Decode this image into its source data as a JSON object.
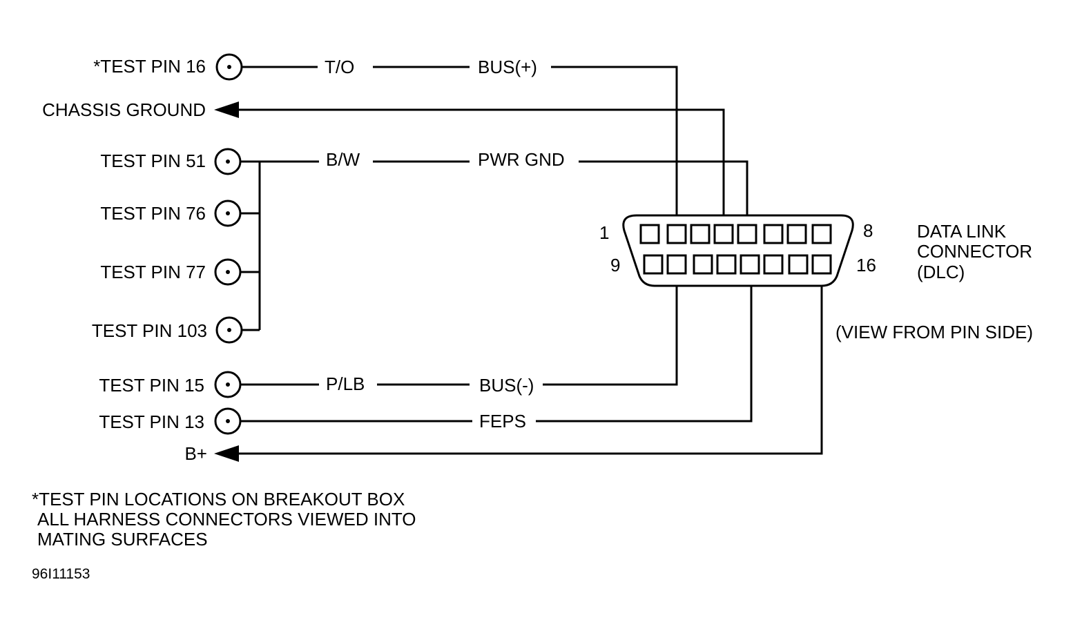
{
  "test_pins": {
    "pin16": "*TEST PIN 16",
    "pin51": "TEST PIN 51",
    "pin76": "TEST PIN 76",
    "pin77": "TEST PIN 77",
    "pin103": "TEST PIN 103",
    "pin15": "TEST PIN 15",
    "pin13": "TEST PIN 13"
  },
  "grounds": {
    "chassis": "CHASSIS GROUND",
    "bplus": "B+"
  },
  "wires": {
    "bus_plus": {
      "color": "T/O",
      "circuit": "BUS(+)"
    },
    "pwr_gnd": {
      "color": "B/W",
      "circuit": "PWR GND"
    },
    "bus_minus": {
      "color": "P/LB",
      "circuit": "BUS(-)"
    },
    "feps": {
      "circuit": "FEPS"
    }
  },
  "connector": {
    "name_line1": "DATA LINK",
    "name_line2": "CONNECTOR",
    "name_line3": "(DLC)",
    "view": "(VIEW FROM PIN SIDE)",
    "pin_top_left": "1",
    "pin_top_right": "8",
    "pin_bottom_left": "9",
    "pin_bottom_right": "16"
  },
  "notes": {
    "line1": "*TEST PIN LOCATIONS ON BREAKOUT BOX",
    "line2": "ALL HARNESS CONNECTORS VIEWED INTO",
    "line3": "MATING SURFACES"
  },
  "figure_code": "96I11153"
}
